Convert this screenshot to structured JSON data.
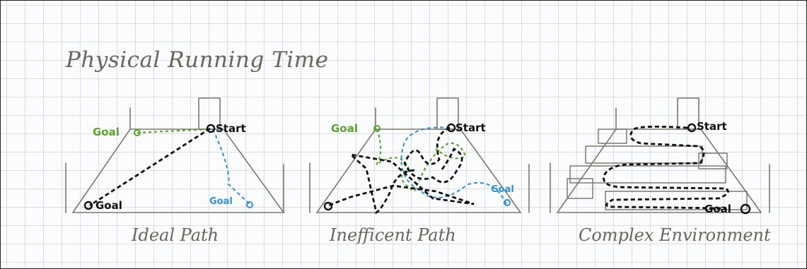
{
  "title": "Physical Running Time",
  "panels": [
    {
      "caption": "Ideal Path",
      "labels": {
        "goal_green": "Goal",
        "start": "Start",
        "goal_black": "Goal",
        "goal_blue": "Goal"
      }
    },
    {
      "caption": "Inefficent Path",
      "labels": {
        "goal_green": "Goal",
        "start": "Start",
        "goal_blue": "Goal"
      }
    },
    {
      "caption": "Complex Environment",
      "labels": {
        "start": "Start",
        "goal": "Goal"
      }
    }
  ],
  "colors": {
    "ink": "#111111",
    "pencil": "#7d766e",
    "green": "#5aa12e",
    "blue": "#2f8fd0"
  }
}
